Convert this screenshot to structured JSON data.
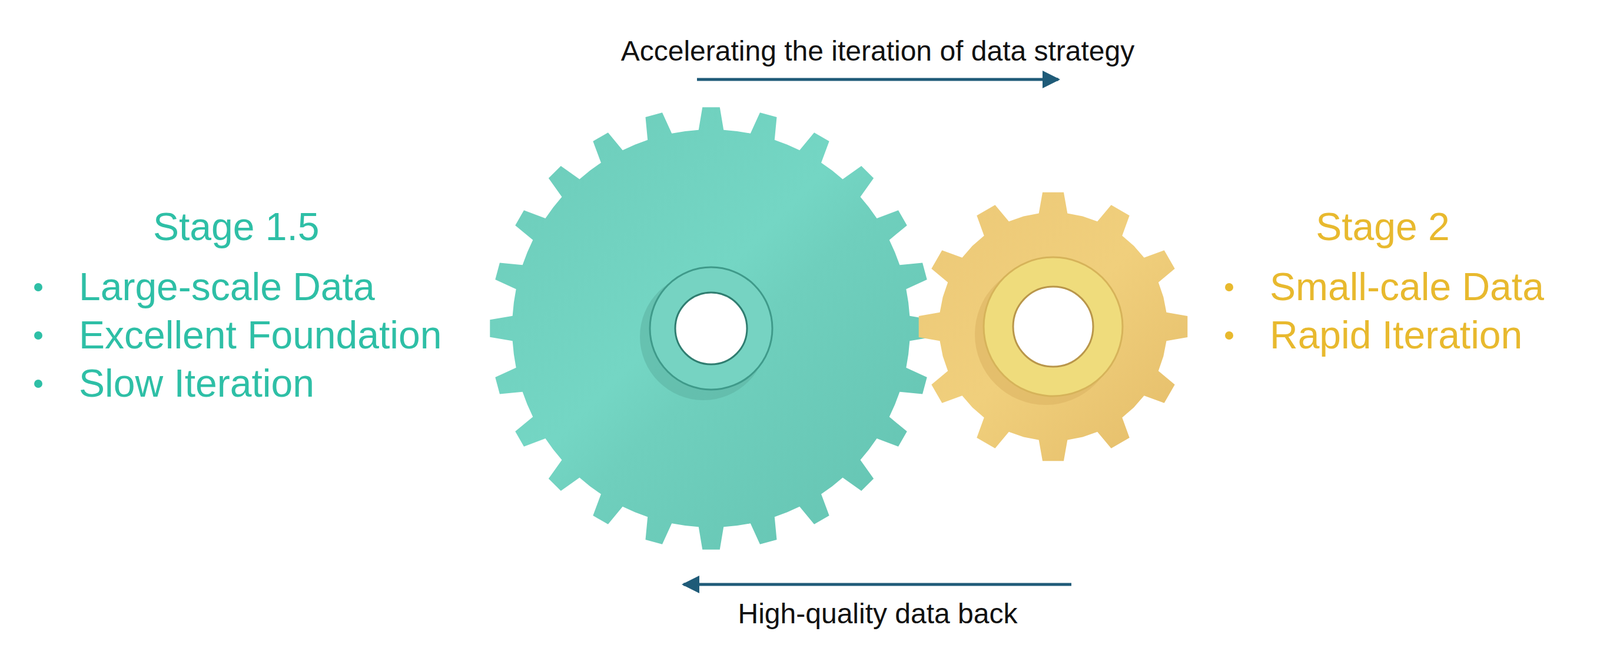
{
  "diagram": {
    "nodes": [
      {
        "text": [
          "Stage 1.5",
          "Large-scale Data",
          "Excellent Foundation",
          "Slow Iteration"
        ]
      },
      {
        "text": [
          "Stage 2",
          "Small-cale Data",
          "Rapid Iteration"
        ]
      }
    ],
    "edges": [
      {
        "from": 0,
        "to": 1,
        "label": "Accelerating the iteration of data strategy",
        "arrow": "to"
      },
      {
        "from": 1,
        "to": 0,
        "label": "High-quality data back",
        "arrow": "to"
      }
    ]
  }
}
